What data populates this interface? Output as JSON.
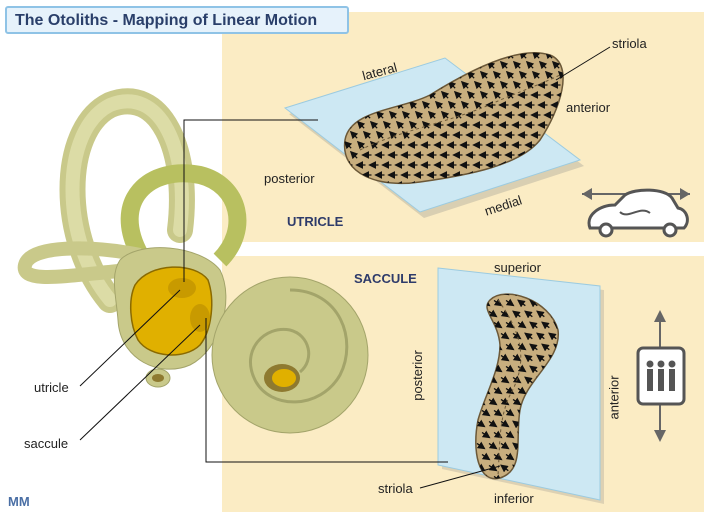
{
  "title": "The Otoliths - Mapping of Linear Motion",
  "utricle_panel": {
    "heading": "UTRICLE",
    "labels": {
      "lateral": "lateral",
      "striola": "striola",
      "anterior": "anterior",
      "posterior": "posterior",
      "medial": "medial"
    },
    "motion_icon": "car-horizontal-motion-icon"
  },
  "saccule_panel": {
    "heading": "SACCULE",
    "labels": {
      "superior": "superior",
      "posterior": "posterior",
      "anterior": "anterior",
      "striola": "striola",
      "inferior": "inferior"
    },
    "motion_icon": "elevator-vertical-motion-icon"
  },
  "ear_labels": {
    "utricle": "utricle",
    "saccule": "saccule"
  },
  "logo": "MM",
  "colors": {
    "panel_bg": "#fbecc4",
    "plane": "#cde8f3",
    "macula": "#c8ae7e",
    "bone": "#c9c98a",
    "utricle_fill": "#e0b000"
  }
}
